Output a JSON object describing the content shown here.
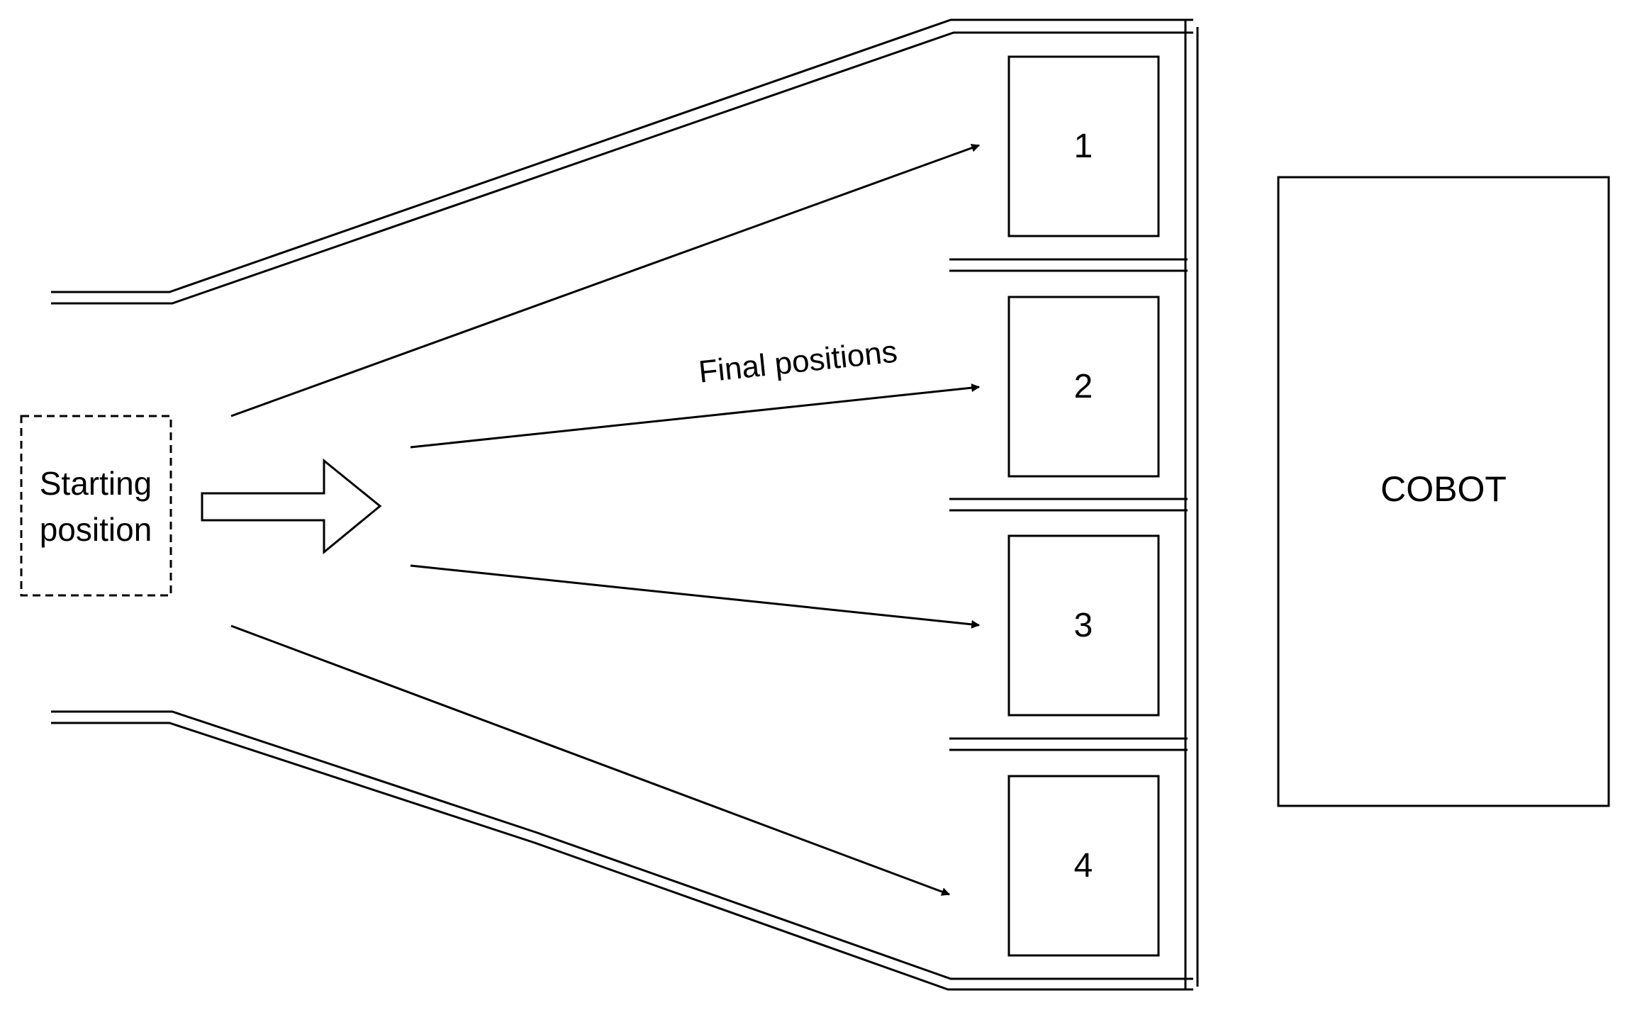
{
  "diagram": {
    "start_label_line1": "Starting",
    "start_label_line2": "position",
    "arrows_label": "Final positions",
    "slots": [
      {
        "label": "1"
      },
      {
        "label": "2"
      },
      {
        "label": "3"
      },
      {
        "label": "4"
      }
    ],
    "cobot_label": "COBOT"
  },
  "colors": {
    "stroke": "#000000",
    "background": "#ffffff"
  }
}
